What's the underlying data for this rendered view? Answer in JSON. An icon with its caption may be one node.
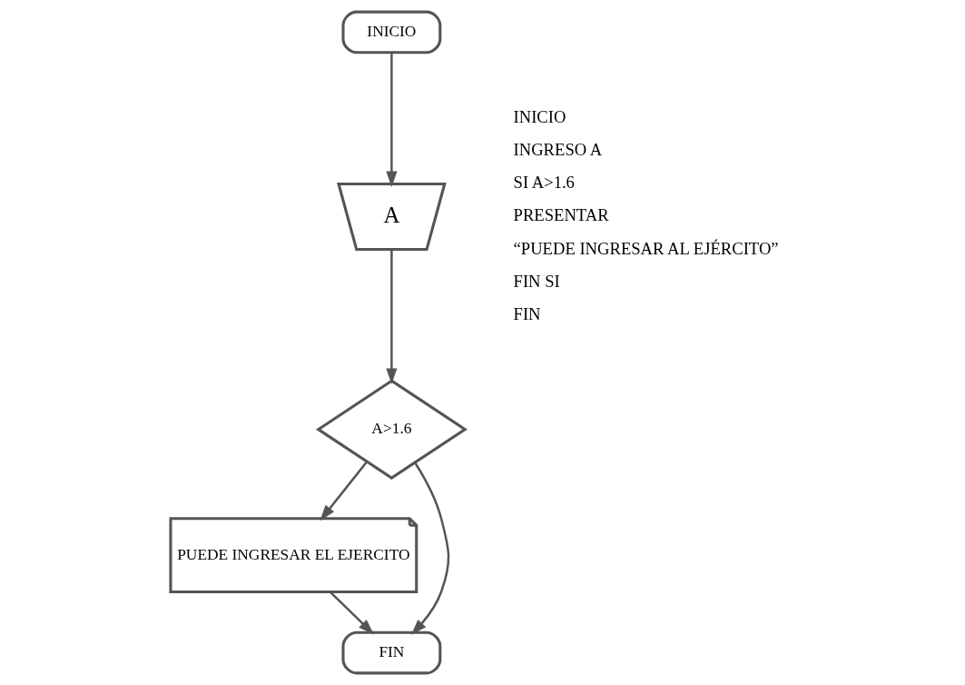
{
  "diagram": {
    "nodes": [
      {
        "text": [
          "INICIO"
        ]
      },
      {
        "text": [
          "A"
        ]
      },
      {
        "text": [
          "A>1.6"
        ]
      },
      {
        "text": [
          "PUEDE INGRESAR EL EJERCITO"
        ]
      },
      {
        "text": [
          "FIN"
        ]
      }
    ],
    "edges": [
      {
        "from": 0,
        "to": 1,
        "arrow": "to"
      },
      {
        "from": 1,
        "to": 2,
        "arrow": "to"
      },
      {
        "from": 2,
        "to": 3,
        "arrow": "to"
      },
      {
        "from": 3,
        "to": 4,
        "arrow": "to"
      },
      {
        "from": 2,
        "to": 4,
        "arrow": "to"
      }
    ],
    "labels": [
      "INICIO",
      "INGRESO A",
      "SI A>1.6",
      "PRESENTAR",
      "“PUEDE INGRESAR AL EJÉRCITO”",
      "FIN SI",
      "FIN"
    ]
  }
}
